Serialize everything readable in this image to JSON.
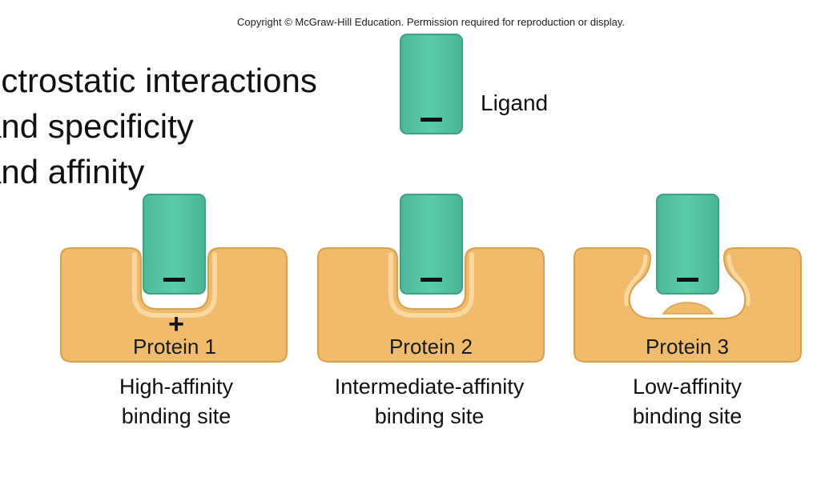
{
  "copyright": "Copyright © McGraw-Hill Education. Permission required for reproduction or display.",
  "title_lines": [
    "ectrostatic interactions",
    "and specificity",
    "and affinity"
  ],
  "ligand": {
    "label": "Ligand",
    "charge": "–"
  },
  "proteins": [
    {
      "name": "Protein 1",
      "site_line1": "High-affinity",
      "site_line2": "binding site",
      "site_charge": "+"
    },
    {
      "name": "Protein 2",
      "site_line1": "Intermediate-affinity",
      "site_line2": "binding site"
    },
    {
      "name": "Protein 3",
      "site_line1": "Low-affinity",
      "site_line2": "binding site"
    }
  ],
  "colors": {
    "ligand_fill": "#56c4a4",
    "ligand_edge": "#3ea184",
    "protein_fill": "#f0bb6c",
    "protein_edge": "#d9a04c"
  }
}
